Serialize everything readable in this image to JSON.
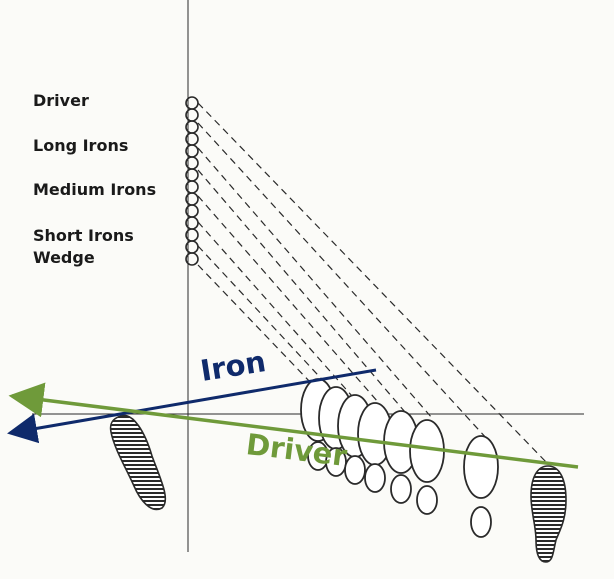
{
  "clubs": {
    "driver": "Driver",
    "long_irons": "Long Irons",
    "medium_irons": "Medium Irons",
    "short_irons": "Short Irons",
    "wedge": "Wedge"
  },
  "lines": {
    "iron": {
      "label": "Iron",
      "color": "#0f2a6b"
    },
    "driver": {
      "label": "Driver",
      "color": "#6f9a3a"
    }
  },
  "colors": {
    "ink": "#2a2a2a",
    "background": "#fbfbf8"
  }
}
